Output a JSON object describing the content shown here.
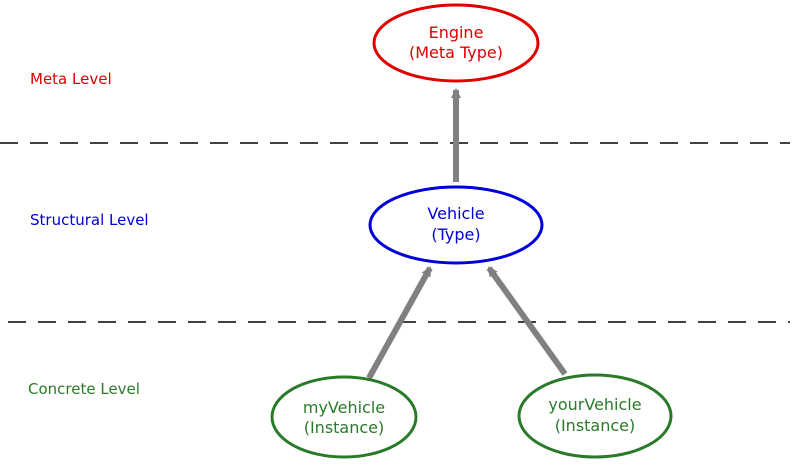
{
  "colors": {
    "meta": "#e00000",
    "structural": "#0000dd",
    "concrete": "#2a7a2a",
    "arrow": "#808080",
    "separator": "#000000"
  },
  "levels": {
    "meta": "Meta Level",
    "structural": "Structural Level",
    "concrete": "Concrete Level"
  },
  "nodes": {
    "engine": {
      "line1": "Engine",
      "line2": "(Meta Type)"
    },
    "vehicle": {
      "line1": "Vehicle",
      "line2": "(Type)"
    },
    "my_vehicle": {
      "line1": "myVehicle",
      "line2": "(Instance)"
    },
    "your_vehicle": {
      "line1": "yourVehicle",
      "line2": "(Instance)"
    }
  },
  "edges": [
    {
      "from": "vehicle",
      "to": "engine"
    },
    {
      "from": "my_vehicle",
      "to": "vehicle"
    },
    {
      "from": "your_vehicle",
      "to": "vehicle"
    }
  ]
}
